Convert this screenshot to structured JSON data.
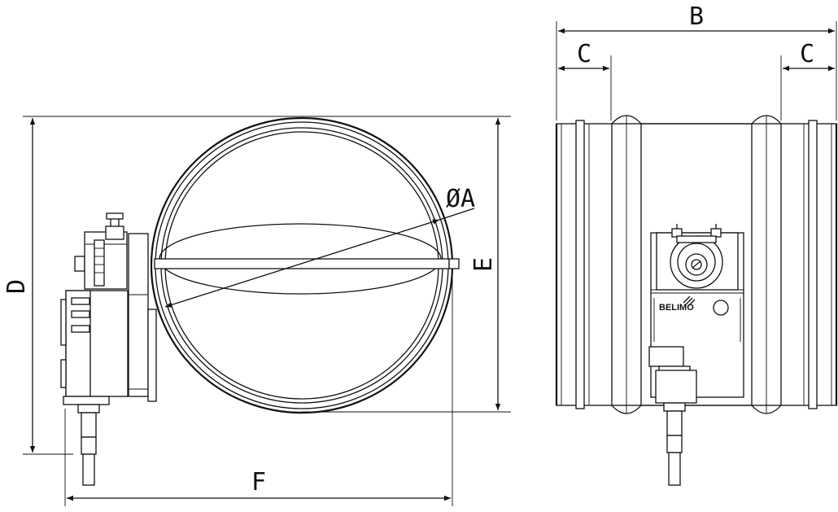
{
  "labels": {
    "diameter": "ØA",
    "length": "B",
    "collar": "C",
    "overall_height": "D",
    "body_height": "E",
    "overall_width": "F"
  },
  "actuator_brand": "BELIMO"
}
